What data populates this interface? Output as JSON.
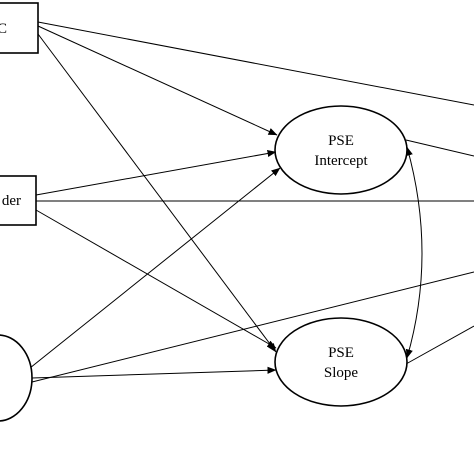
{
  "diagram": {
    "type": "path-model",
    "colors": {
      "stroke": "#000000",
      "background": "#ffffff"
    },
    "nodes": {
      "top_left_box": {
        "label": "C"
      },
      "middle_left_box": {
        "label": "der"
      },
      "bottom_left_ellipse": {
        "label": ""
      },
      "pse_intercept": {
        "line1": "PSE",
        "line2": "Intercept"
      },
      "pse_slope": {
        "line1": "PSE",
        "line2": "Slope"
      }
    },
    "edges": [
      {
        "from": "top_left_box",
        "to": "pse_intercept",
        "arrow": "single"
      },
      {
        "from": "top_left_box",
        "to": "pse_slope",
        "arrow": "single"
      },
      {
        "from": "top_left_box",
        "to": "off-canvas-right",
        "arrow": "none"
      },
      {
        "from": "middle_left_box",
        "to": "pse_intercept",
        "arrow": "single"
      },
      {
        "from": "middle_left_box",
        "to": "pse_slope",
        "arrow": "single"
      },
      {
        "from": "middle_left_box",
        "to": "off-canvas-right",
        "arrow": "none"
      },
      {
        "from": "bottom_left_ellipse",
        "to": "pse_intercept",
        "arrow": "single"
      },
      {
        "from": "bottom_left_ellipse",
        "to": "pse_slope",
        "arrow": "single"
      },
      {
        "from": "bottom_left_ellipse",
        "to": "off-canvas-right",
        "arrow": "none"
      },
      {
        "from": "pse_intercept",
        "to": "pse_slope",
        "arrow": "double-curved"
      },
      {
        "from": "pse_intercept",
        "to": "off-canvas-right",
        "arrow": "none"
      },
      {
        "from": "pse_slope",
        "to": "off-canvas-right",
        "arrow": "none"
      }
    ]
  }
}
